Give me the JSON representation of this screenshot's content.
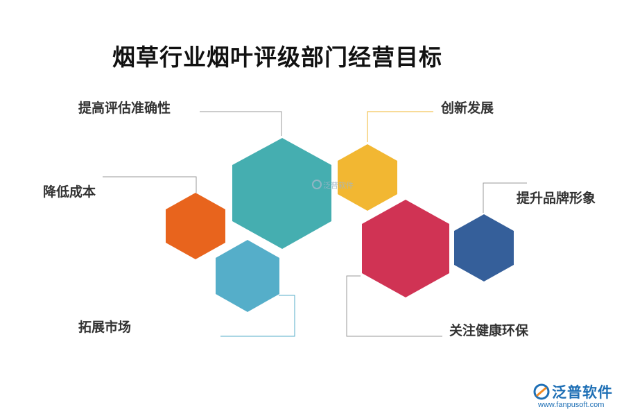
{
  "title": "烟草行业烟叶评级部门经营目标",
  "items": [
    {
      "label": "提高评估准确性",
      "color": "#45aeb0"
    },
    {
      "label": "创新发展",
      "color": "#f2b732"
    },
    {
      "label": "降低成本",
      "color": "#e8641d"
    },
    {
      "label": "提升品牌形象",
      "color": "#355f9a"
    },
    {
      "label": "拓展市场",
      "color": "#55aec9"
    },
    {
      "label": "关注健康环保",
      "color": "#d03354"
    }
  ],
  "watermark": "泛普软件",
  "brand": {
    "name": "泛普软件",
    "url": "www.fanpusoft.com"
  }
}
